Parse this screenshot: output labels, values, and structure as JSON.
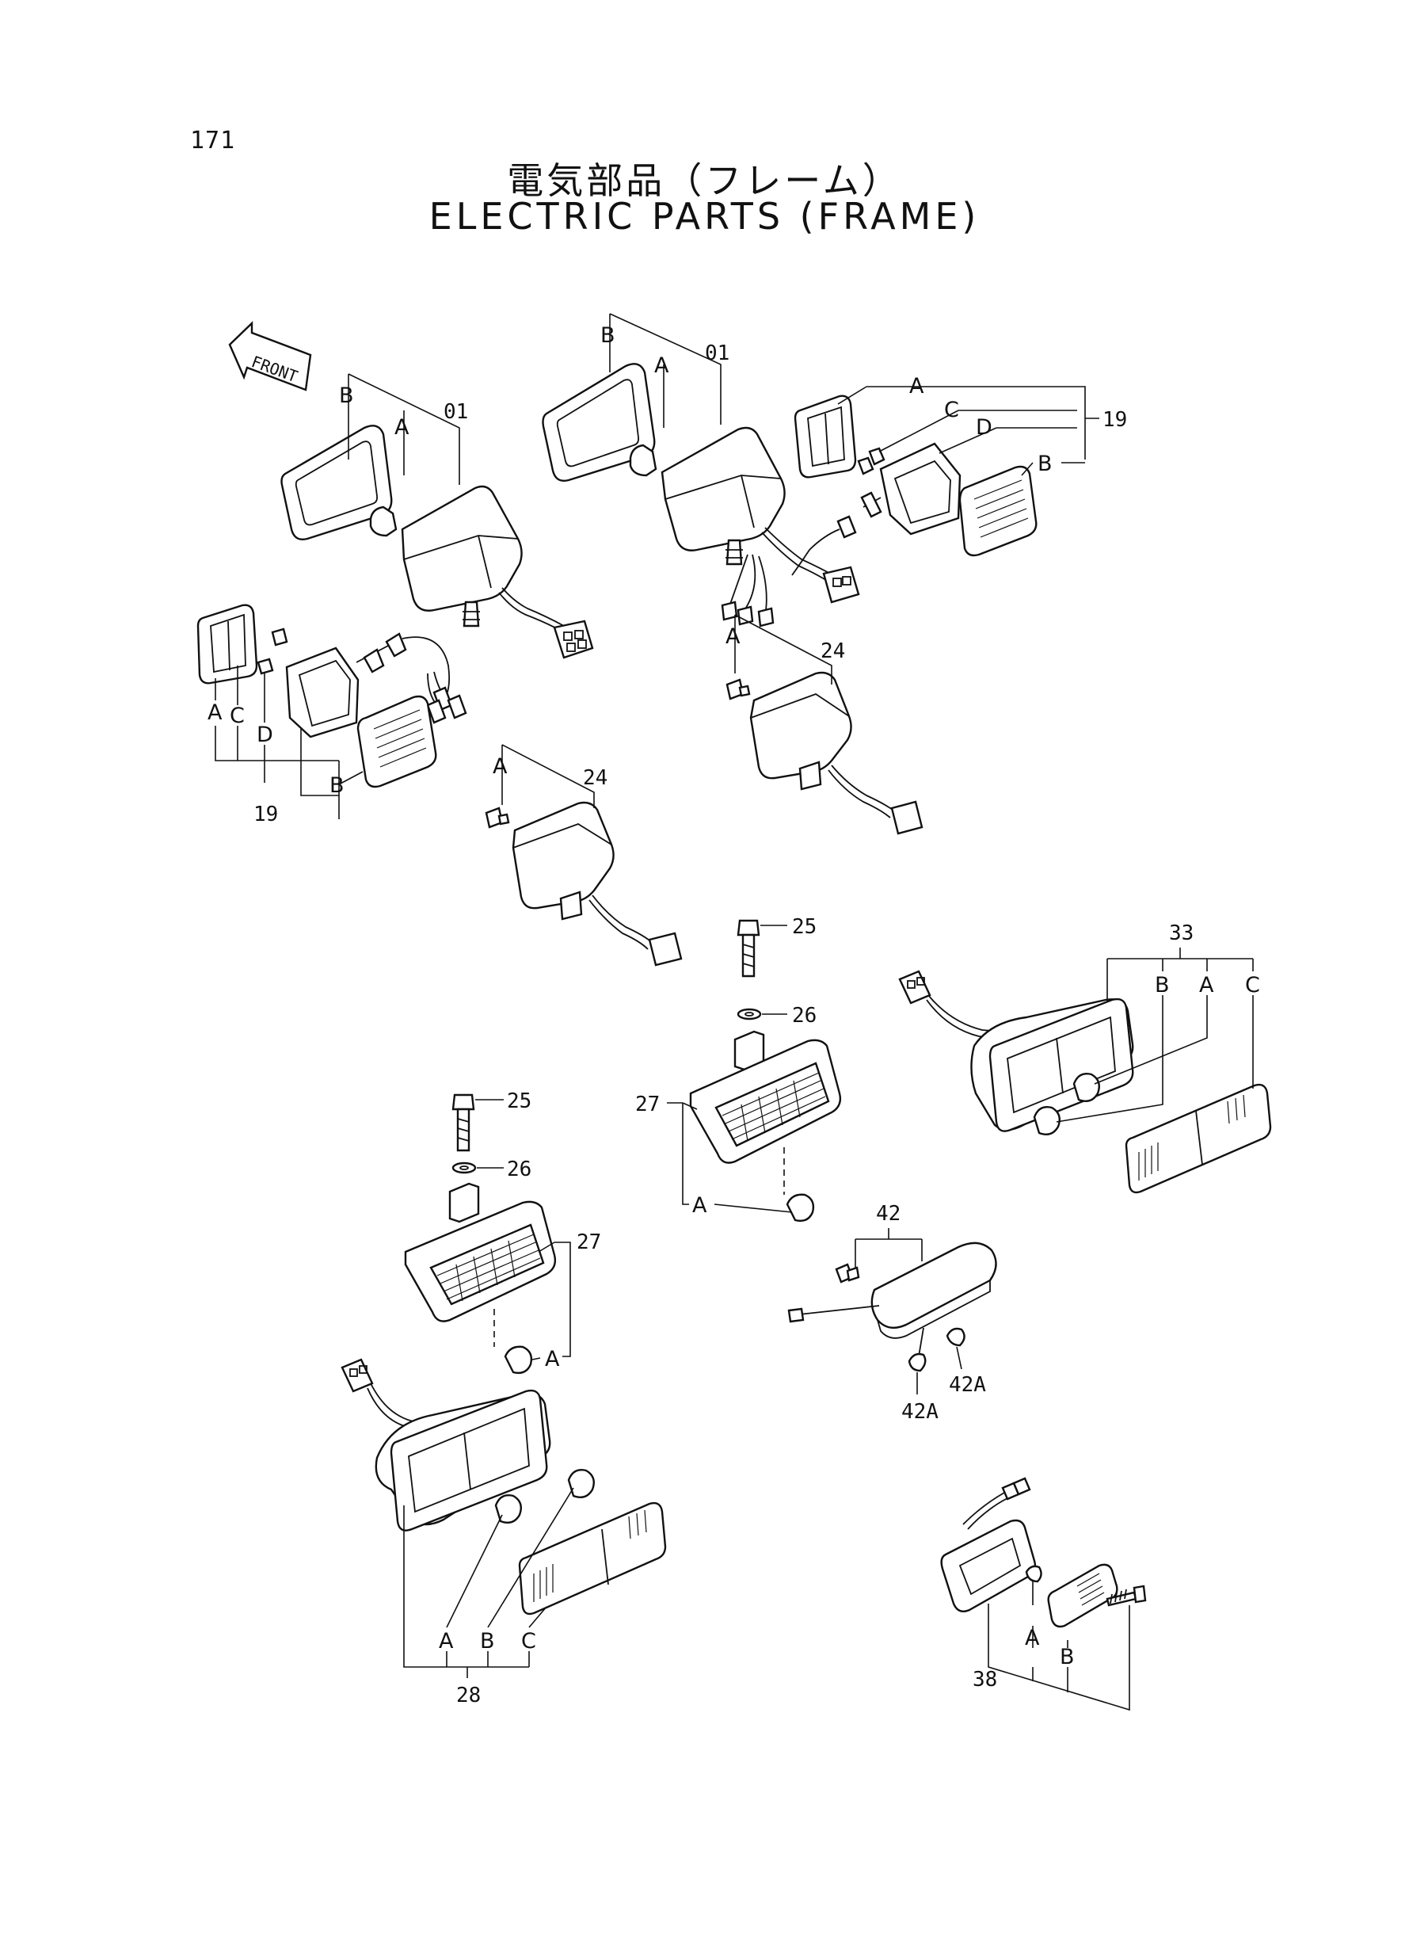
{
  "page_number": "171",
  "title_jp": "電気部品（フレーム）",
  "title_en": "ELECTRIC PARTS (FRAME)",
  "front_arrow": "FRONT",
  "labels": {
    "p01": "01",
    "p19": "19",
    "p24": "24",
    "p25": "25",
    "p26": "26",
    "p27": "27",
    "p28": "28",
    "p33": "33",
    "p38": "38",
    "p42": "42",
    "p42A": "42A",
    "A": "A",
    "B": "B",
    "C": "C",
    "D": "D"
  }
}
